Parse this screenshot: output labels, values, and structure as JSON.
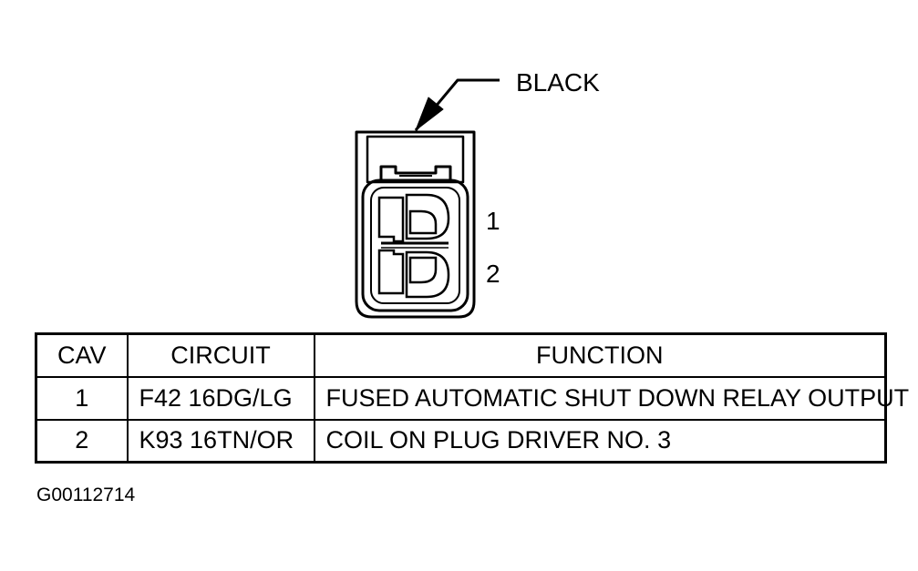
{
  "diagram": {
    "color_label": "BLACK",
    "pin_labels": [
      "1",
      "2"
    ]
  },
  "table": {
    "headers": {
      "cav": "CAV",
      "circuit": "CIRCUIT",
      "function": "FUNCTION"
    },
    "rows": [
      {
        "cav": "1",
        "circuit": "F42 16DG/LG",
        "function": "FUSED AUTOMATIC SHUT DOWN RELAY OUTPUT"
      },
      {
        "cav": "2",
        "circuit": "K93 16TN/OR",
        "function": "COIL ON PLUG DRIVER NO. 3"
      }
    ]
  },
  "figure_id": "G00112714"
}
